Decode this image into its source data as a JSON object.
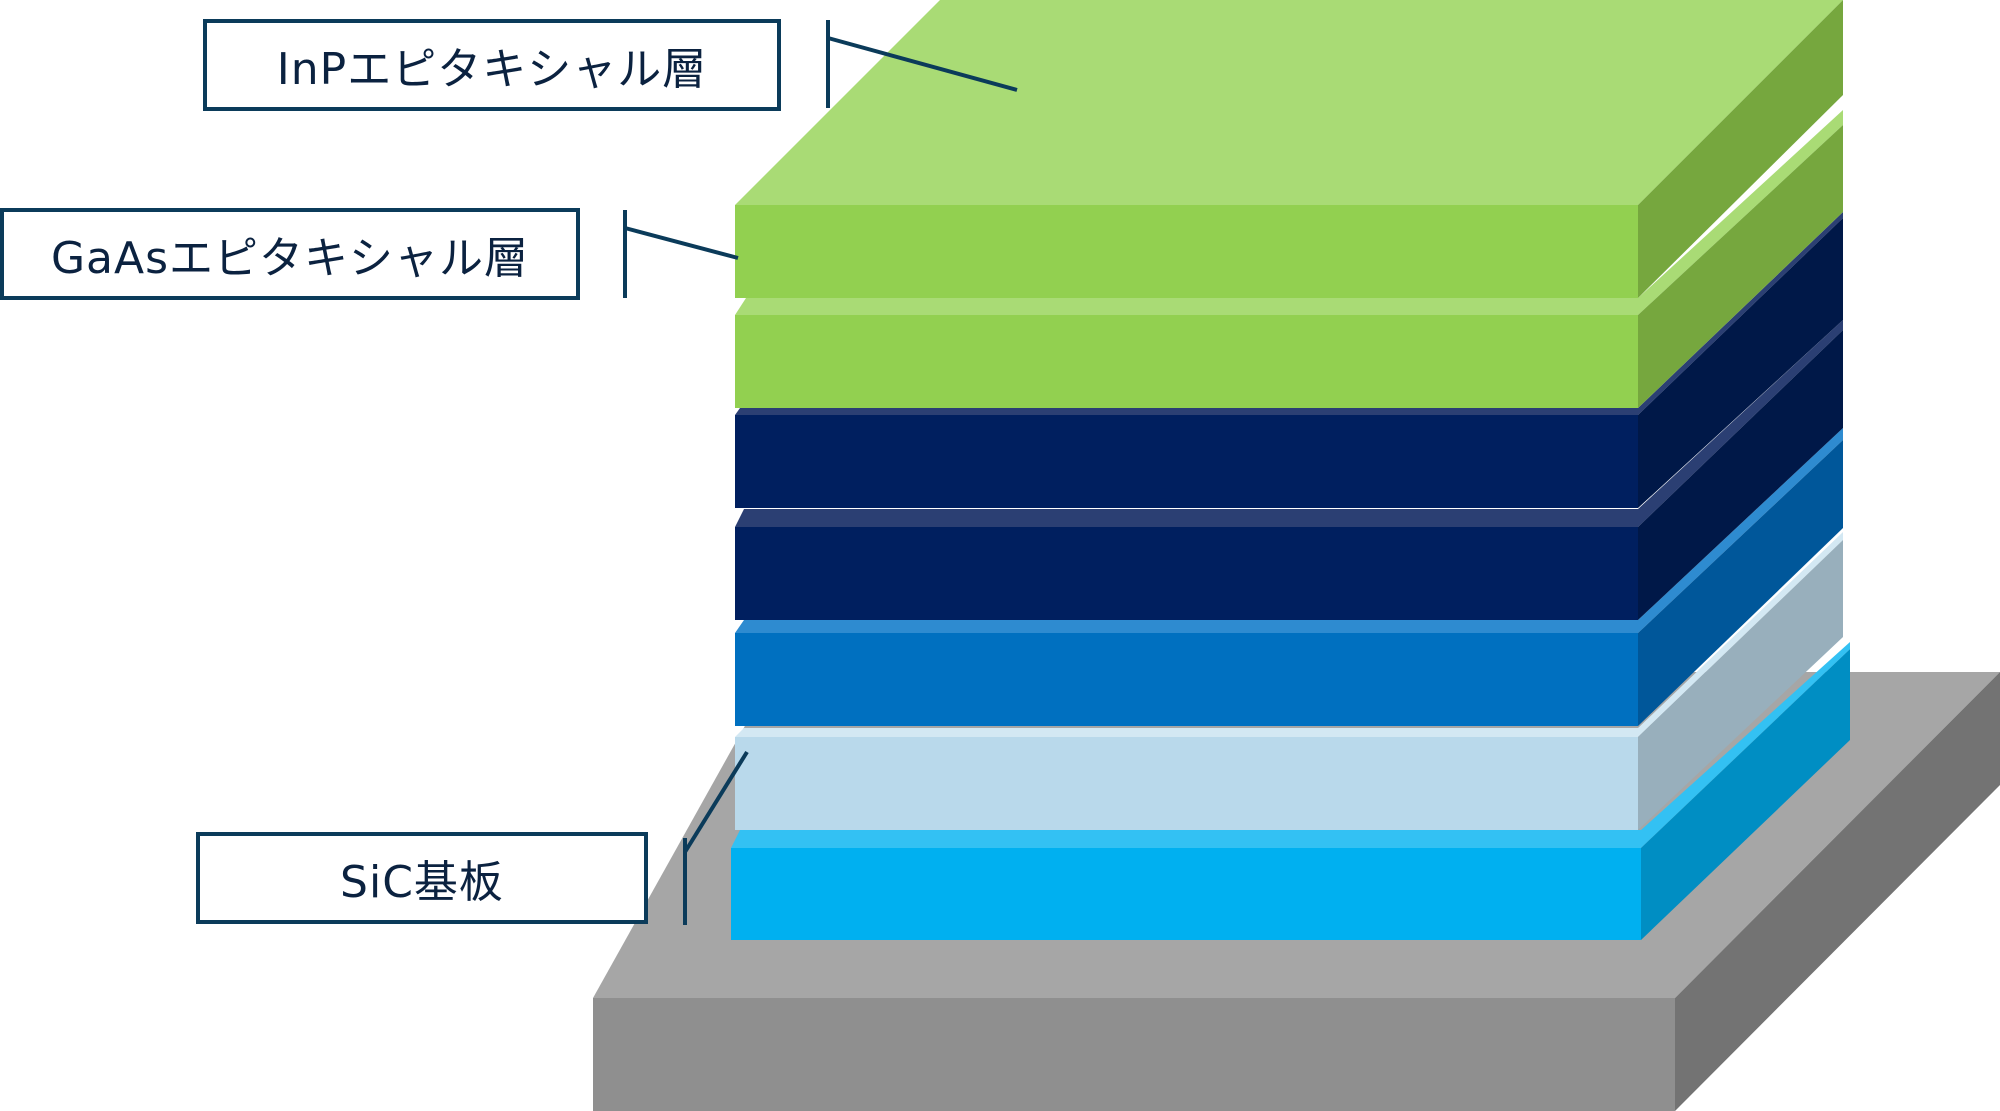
{
  "labels": {
    "inp": "InPエピタキシャル層",
    "gaas": "GaAsエピタキシャル層",
    "sic": "SiC基板"
  },
  "colors": {
    "label_border": "#0b3b5a",
    "leader_line": "#0b3b5a",
    "base_front": "#8f8f8f",
    "base_top": "#a6a6a6",
    "base_side": "#737373",
    "green_front": "#92d050",
    "green_top": "#a9db75",
    "green_side": "#76a73e",
    "navy_front": "#001f5f",
    "navy_top": "#2b3f73",
    "navy_side": "#001848",
    "blue_front": "#0070c0",
    "blue_top": "#2e8bd0",
    "blue_side": "#00579a",
    "lightblue_front": "#b9d9eb",
    "lightblue_top": "#d3e8f3",
    "lightblue_side": "#98afbc",
    "cyan_front": "#00b0f0",
    "cyan_top": "#33c1f3",
    "cyan_side": "#008ec3"
  }
}
